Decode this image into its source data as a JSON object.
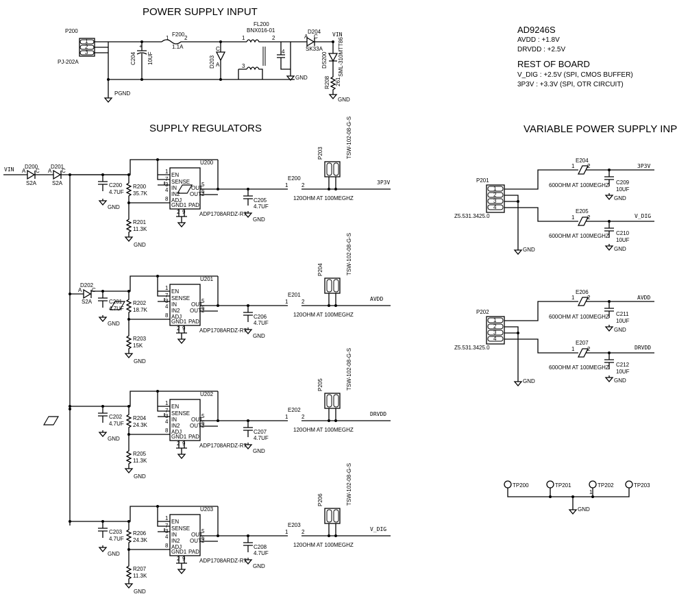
{
  "headings": {
    "power_supply_input": "POWER SUPPLY INPUT",
    "supply_regulators": "SUPPLY REGULATORS",
    "variable_power_supply_inputs": "VARIABLE POWER SUPPLY INPUTS"
  },
  "notes": {
    "part": "AD9246S",
    "avdd": "AVDD : +1.8V",
    "drvdd": "DRVDD : +2.5V",
    "rest_title": "REST OF BOARD",
    "v_dig": "V_DIG : +2.5V (SPI, CMOS BUFFER)",
    "p3v3": "3P3V : +3.3V (SPI, OTR CIRCUIT)"
  },
  "input": {
    "p200_ref": "P200",
    "p200_val": "PJ-202A",
    "pins": [
      "1",
      "2",
      "3"
    ],
    "pgnd": "PGND",
    "c204_ref": "C204",
    "c204_val": "10UF",
    "f200_ref": "F200",
    "f200_val": "1.1A",
    "f200_pin1": "1",
    "f200_pin2": "2",
    "d203_ref": "D203",
    "d203_a": "A",
    "d203_c": "C",
    "fl200_ref": "FL200",
    "fl200_val": "BNX016-01",
    "fl_pin1": "1",
    "fl_pin2": "2",
    "fl_pin3": "3",
    "fl_pin4": "4",
    "d204_ref": "D204",
    "d204_val": "SK33A",
    "d204_a": "A",
    "d204_c": "C",
    "vin": "VIN",
    "ds200_ref": "DS200",
    "ds200_val": "SML-310MTT86",
    "r208_ref": "R208",
    "r208_val": "261",
    "gnd": "GND"
  },
  "regulators": {
    "vin": "VIN",
    "d200_ref": "D200",
    "d200_val": "S2A",
    "d201_ref": "D201",
    "d201_val": "S2A",
    "d202_ref": "D202",
    "d202_val": "S2A",
    "diode_a": "A",
    "diode_c": "C",
    "gnd": "GND",
    "ic_val": "ADP1708ARDZ-R7",
    "pins": {
      "en": "EN",
      "sense": "SENSE",
      "in": "IN",
      "in2": "IN2",
      "adj": "ADJ",
      "gnd1": "GND1",
      "pad": "PAD",
      "out": "OUT",
      "out2": "OUT2"
    },
    "pin_nums": {
      "p1": "1",
      "p7": "7",
      "p3": "3",
      "p4": "4",
      "p8": "8",
      "p2": "2",
      "p9": "9",
      "p5": "5",
      "p6": "6"
    },
    "ferrite_val": "120OHM AT 100MEGHZ",
    "header_val": "TSW-102-08-G-S",
    "rows": [
      {
        "ic": "U200",
        "cin": "C200",
        "cin_val": "4.7UF",
        "rt": "R200",
        "rt_val": "35.7K",
        "rb": "R201",
        "rb_val": "11.3K",
        "cout": "C205",
        "cout_val": "4.7UF",
        "ferrite": "E200",
        "header": "P203",
        "net": "3P3V"
      },
      {
        "ic": "U201",
        "cin": "C201",
        "cin_val": "4.7UF",
        "rt": "R202",
        "rt_val": "18.7K",
        "rb": "R203",
        "rb_val": "15K",
        "cout": "C206",
        "cout_val": "4.7UF",
        "ferrite": "E201",
        "header": "P204",
        "net": "AVDD"
      },
      {
        "ic": "U202",
        "cin": "C202",
        "cin_val": "4.7UF",
        "rt": "R204",
        "rt_val": "24.3K",
        "rb": "R205",
        "rb_val": "11.3K",
        "cout": "C207",
        "cout_val": "4.7UF",
        "ferrite": "E202",
        "header": "P205",
        "net": "DRVDD"
      },
      {
        "ic": "U203",
        "cin": "C203",
        "cin_val": "4.7UF",
        "rt": "R206",
        "rt_val": "24.3K",
        "rb": "R207",
        "rb_val": "11.3K",
        "cout": "C208",
        "cout_val": "4.7UF",
        "ferrite": "E203",
        "header": "P206",
        "net": "V_DIG"
      }
    ]
  },
  "variable": {
    "conn_val": "Z5.531.3425.0",
    "pins": [
      "1",
      "2",
      "3",
      "4"
    ],
    "ferrite_val": "600OHM AT 100MEGHZ",
    "cap_val": "10UF",
    "gnd": "GND",
    "groups": [
      {
        "conn": "P201",
        "fa": "E204",
        "fb": "E205",
        "ca": "C209",
        "cb": "C210",
        "neta": "3P3V",
        "netb": "V_DIG"
      },
      {
        "conn": "P202",
        "fa": "E206",
        "fb": "E207",
        "ca": "C211",
        "cb": "C212",
        "neta": "AVDD",
        "netb": "DRVDD"
      }
    ]
  },
  "testpoints": {
    "labels": [
      "TP200",
      "TP201",
      "TP202",
      "TP203"
    ],
    "pin": "1",
    "gnd": "GND"
  }
}
